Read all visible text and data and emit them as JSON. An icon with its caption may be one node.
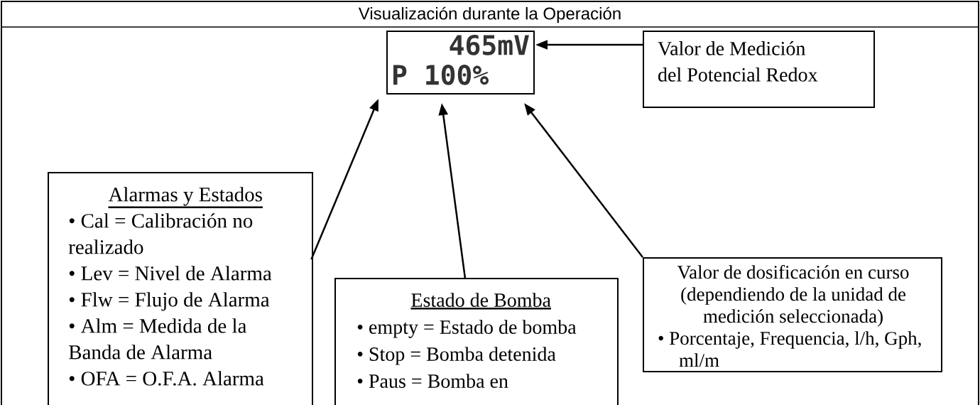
{
  "diagram": {
    "title": "Visualización durante la Operación",
    "nodes": [
      {
        "text": [
          "465mV",
          "P 100%"
        ]
      },
      {
        "text": [
          "Valor de Medición del Potencial Redox"
        ]
      },
      {
        "text": [
          "Alarmas y Estados",
          "• Cal = Calibración no realizado",
          "• Lev = Nivel de Alarma",
          "• Flw = Flujo de Alarma",
          "• Alm = Medida de la Banda de Alarma",
          "• OFA = O.F.A. Alarma"
        ]
      },
      {
        "text": [
          "Estado de Bomba",
          "• empty = Estado de bomba",
          "• Stop = Bomba detenida",
          "• Paus = Bomba en"
        ]
      },
      {
        "text": [
          "Valor de dosificación en curso (dependiendo de la unidad de medición seleccionada)",
          "• Porcentaje, Frequencia, l/h, Gph, ml/m"
        ]
      }
    ],
    "edges": [
      {
        "from": 1,
        "to": 0,
        "arrow": "to"
      },
      {
        "from": 2,
        "to": 0,
        "arrow": "to"
      },
      {
        "from": 3,
        "to": 0,
        "arrow": "to"
      },
      {
        "from": 4,
        "to": 0,
        "arrow": "to"
      }
    ]
  }
}
